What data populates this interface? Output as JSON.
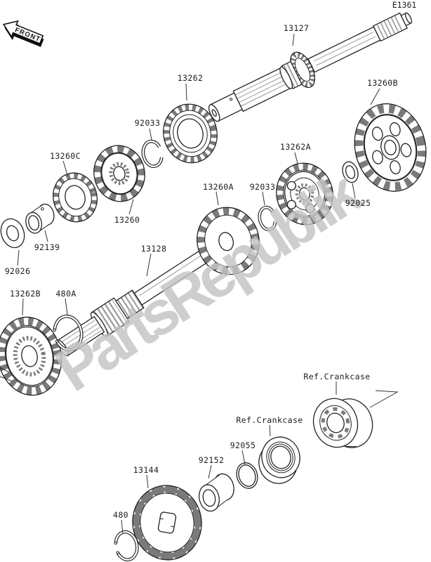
{
  "diagram": {
    "code": "E1361",
    "front_label": "FRONT",
    "watermark": "PartsRepublik",
    "labels": {
      "p13127": "13127",
      "p13262": "13262",
      "p92033_a": "92033",
      "p13260c": "13260C",
      "p13260b": "13260B",
      "p13262a": "13262A",
      "p92025": "92025",
      "p92033_b": "92033",
      "p13260a": "13260A",
      "p13260": "13260",
      "p92139": "92139",
      "p92026": "92026",
      "p13128": "13128",
      "p13262b": "13262B",
      "p480a": "480A",
      "ref_crankcase_a": "Ref.Crankcase",
      "ref_crankcase_b": "Ref.Crankcase",
      "p92055": "92055",
      "p92152": "92152",
      "p13144": "13144",
      "p480": "480"
    }
  }
}
